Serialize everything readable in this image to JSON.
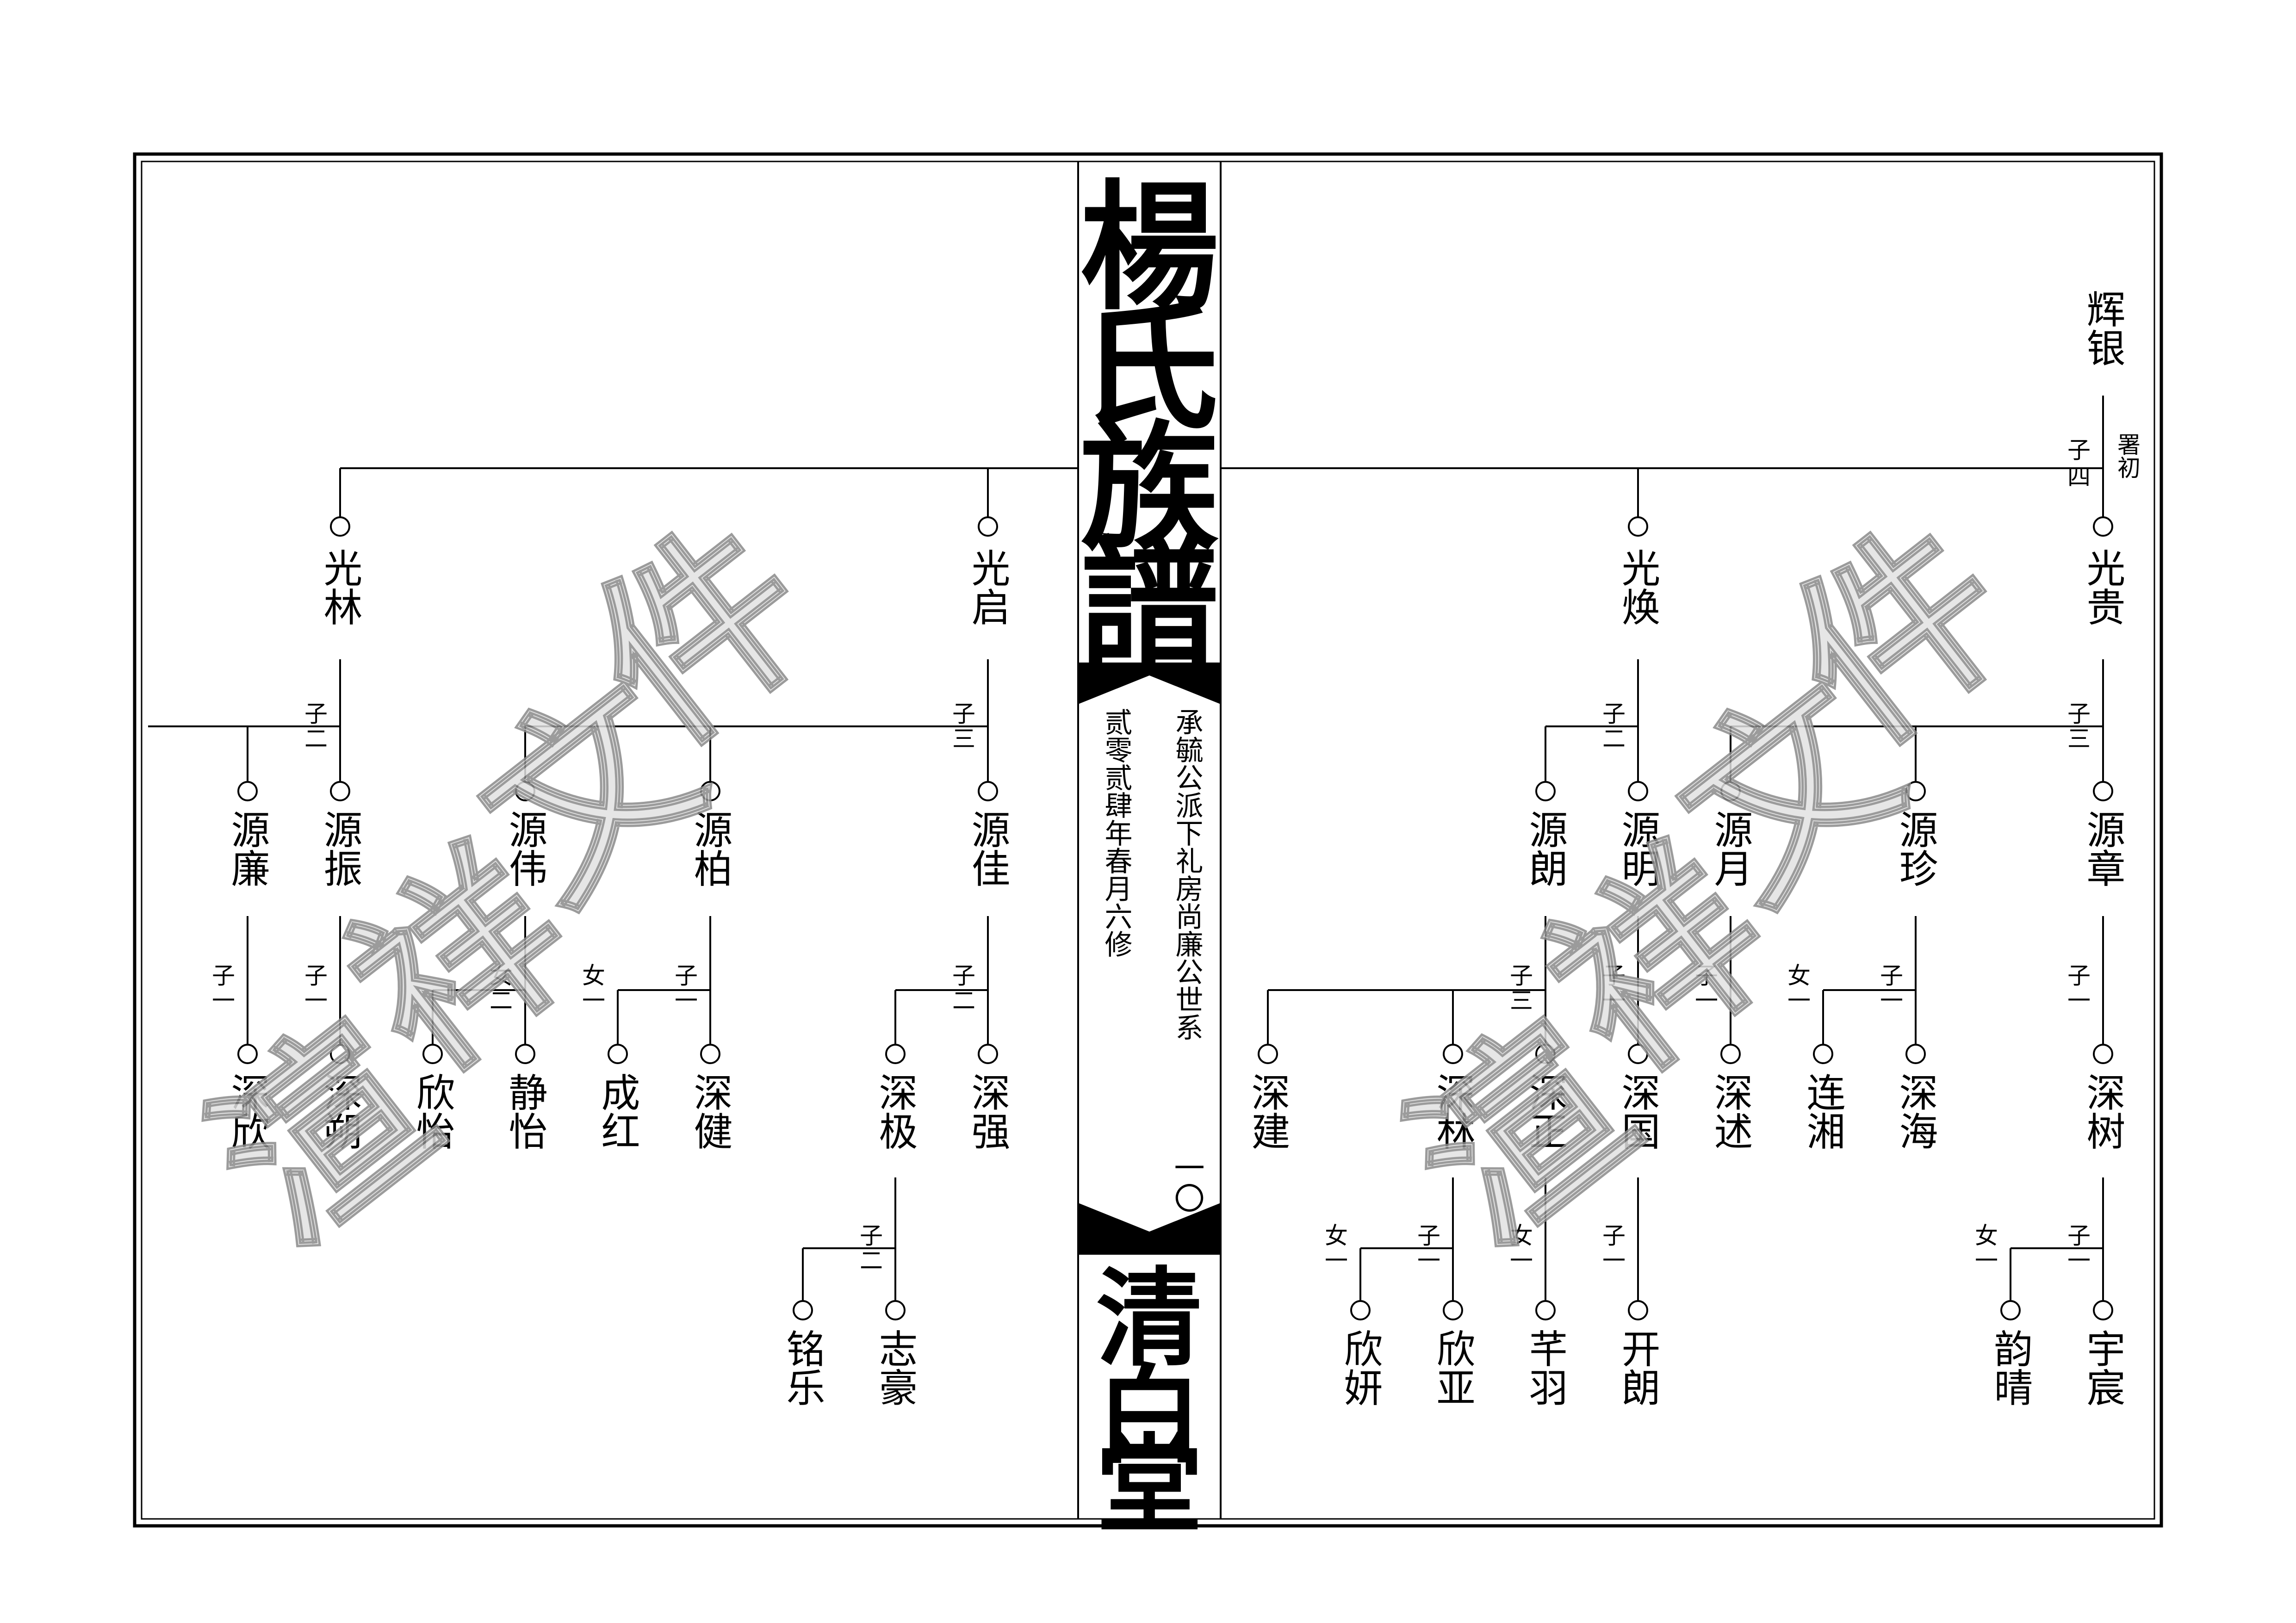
{
  "spine": {
    "title": [
      "楊",
      "氏",
      "族",
      "譜"
    ],
    "lineage": "承毓公派下礼房尚廉公世系",
    "revision": "贰零贰肆年春月六修",
    "page_number": "一〇",
    "hall": [
      "清",
      "白",
      "堂"
    ]
  },
  "watermark": [
    "渲",
    "祥",
    "文",
    "件"
  ],
  "relations": {
    "son": "子",
    "daughter": "女",
    "n1": "一",
    "n2": "二",
    "n3": "三",
    "n4": "四"
  },
  "right": {
    "root": "辉银",
    "root_note": "署初",
    "gen1": {
      "guanghuan": "光焕",
      "guanggui": "光贵"
    },
    "gen2": {
      "yuanlang": "源朗",
      "yuanming": "源明",
      "yuanyue": "源月",
      "yuanzhen": "源珍",
      "yuanzhang": "源章"
    },
    "gen3": {
      "shenjian": "深建",
      "shenlin": "深林",
      "shenzheng": "深正",
      "shenguo": "深国",
      "shenshu": "深述",
      "lianxiang": "连湘",
      "shenhai": "深海",
      "shenshu2": "深树"
    },
    "gen4": {
      "xinyan": "欣妍",
      "xinya": "欣亚",
      "qianyu": "芊羽",
      "kailang": "开朗",
      "yunqing": "韵晴",
      "yuchen": "宇宸"
    }
  },
  "left": {
    "gen1": {
      "guanglin": "光林",
      "guangqi": "光启"
    },
    "gen2": {
      "yuanlian": "源廉",
      "yuanzhen": "源振",
      "yuanwei": "源伟",
      "yuanbai": "源柏",
      "yuanjia": "源佳"
    },
    "gen3": {
      "shenxin": "深欣",
      "shenshuo": "深朔",
      "xinyi": "欣怡",
      "jingyi": "静怡",
      "chenghong": "成红",
      "shenjian": "深健",
      "shenji": "深极",
      "shenqiang": "深强"
    },
    "gen4": {
      "mingle": "铭乐",
      "zhihao": "志豪"
    }
  }
}
